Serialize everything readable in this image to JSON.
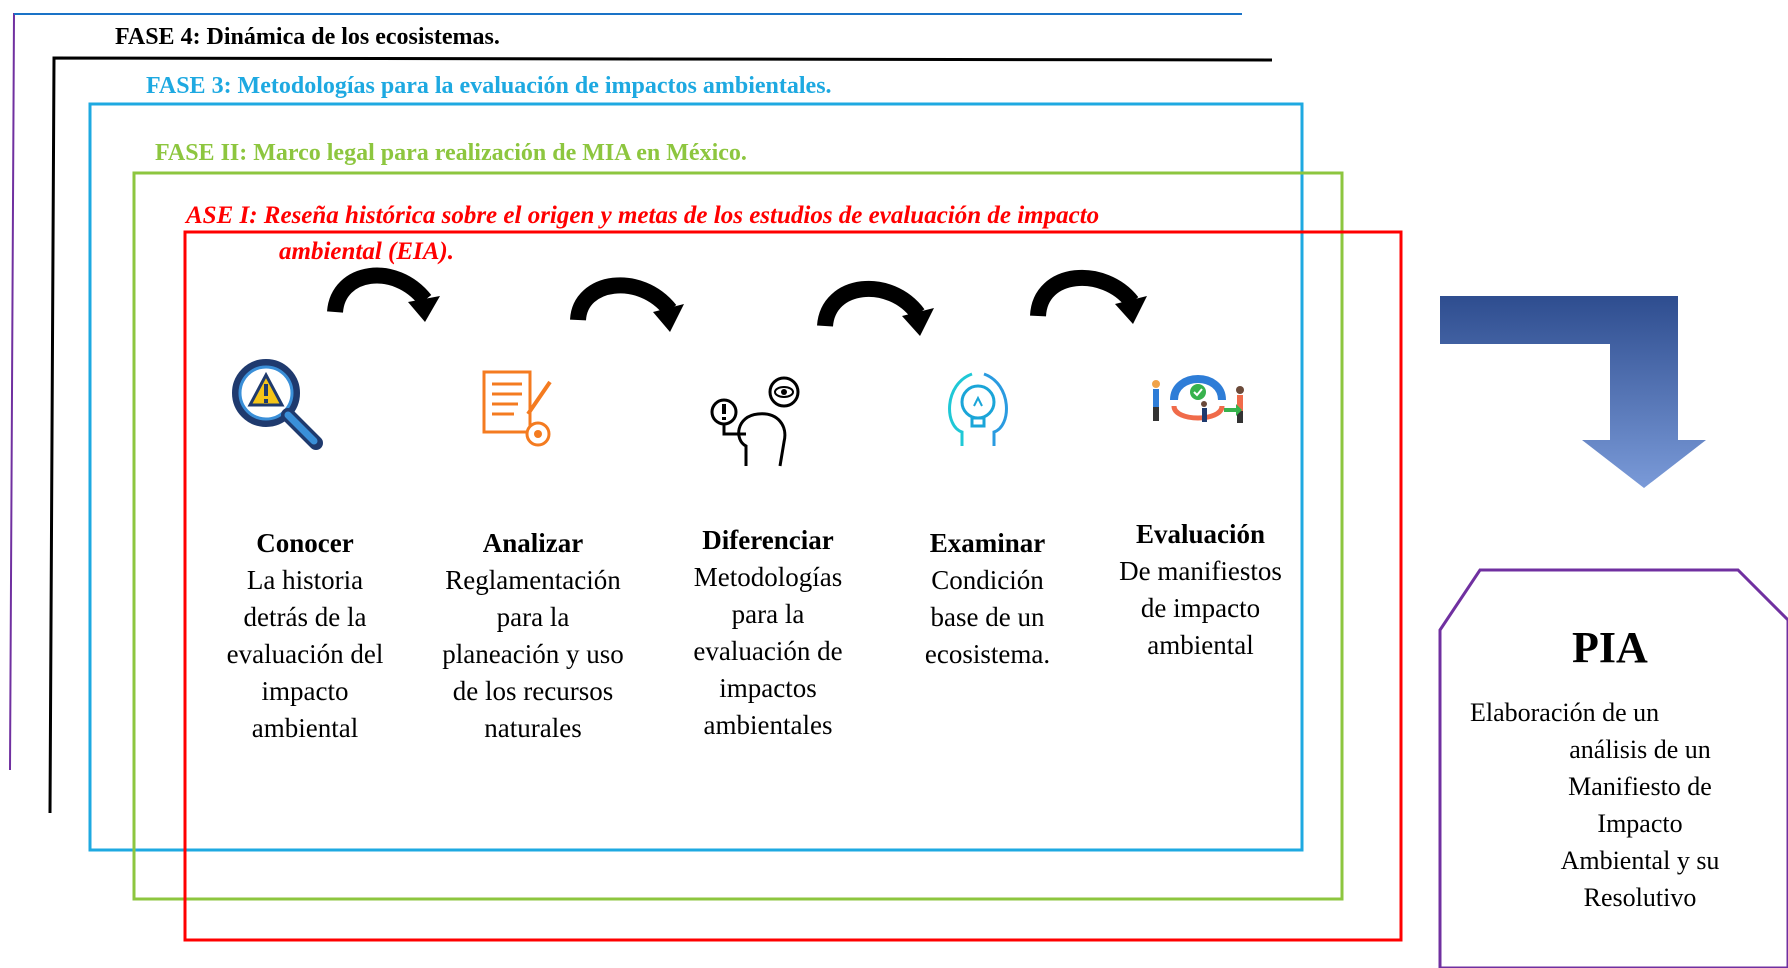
{
  "phases": [
    {
      "label": "FASE 4: Dinámica de los ecosistemas.",
      "color": "#000000"
    },
    {
      "label": "FASE 3: Metodologías para la evaluación de impactos ambientales.",
      "color": "#1ea9e1"
    },
    {
      "label": "FASE II: Marco legal para realización de MIA en México.",
      "color": "#8dc63f"
    },
    {
      "label_line1": "ASE I: Reseña histórica sobre el origen y metas de los estudios de evaluación de impacto",
      "label_line2": "ambiental (EIA).",
      "color": "#ff0000"
    }
  ],
  "steps": [
    {
      "heading": "Conocer",
      "lines": [
        "La historia",
        "detrás de la",
        "evaluación del",
        "impacto",
        "ambiental"
      ],
      "icon": "magnifier-warning-icon"
    },
    {
      "heading": "Analizar",
      "lines": [
        "Reglamentación",
        "para la",
        "planeación y uso",
        "de los recursos",
        "naturales"
      ],
      "icon": "document-gear-icon"
    },
    {
      "heading": "Diferenciar",
      "lines": [
        "Metodologías",
        "para la",
        "evaluación de",
        "impactos",
        "ambientales"
      ],
      "icon": "head-eye-icon"
    },
    {
      "heading": "Examinar",
      "lines": [
        "Condición",
        "base de un",
        "ecosistema."
      ],
      "icon": "heads-lightbulb-icon"
    },
    {
      "heading": "Evaluación",
      "lines": [
        "De manifiestos",
        "de impacto",
        "ambiental"
      ],
      "icon": "team-cycle-icon"
    }
  ],
  "pia": {
    "title": "PIA",
    "first_line": "Elaboración de un",
    "rest_lines": [
      "análisis de un",
      "Manifiesto de",
      "Impacto",
      "Ambiental y su",
      "Resolutivo"
    ],
    "border_color": "#7030a0"
  },
  "arrow_color": "#4a6fb5"
}
